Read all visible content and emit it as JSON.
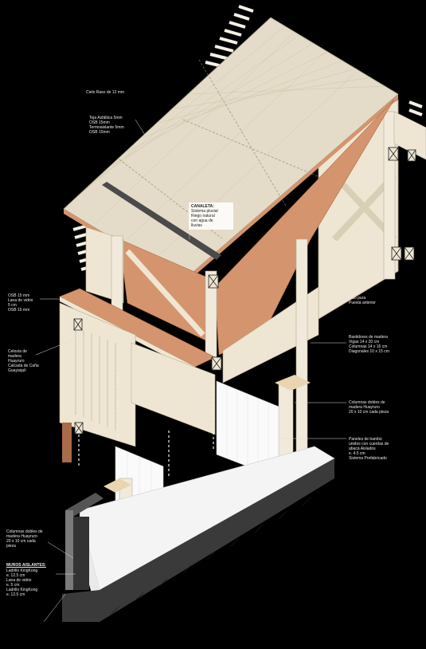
{
  "labels": {
    "cielo_raso": "Cielo Raso de 12 mm",
    "cubierta": "Teja Asfáltica 5mm\nOSB 15mm\nTermoaislante 5mm\nOSB 15mm",
    "canaleta_title": "CANALETA:",
    "canaleta_desc": "Sistema pluvial\nRiego natural\ncon agua de\nlluvias",
    "entrepiso": "OSB 15 mm\nLana de vidrio\n5 cm\nOSB 15 mm",
    "celosia": "Celosía de\nmadera\nHuayruro\nCalcada de Caña\nGuayaquil",
    "piso": "Piso pura\nPuesta anterior",
    "bastidores": "Bastidores de madera\nVigas 14 x 20 cm\nColumnas 14 x 16 cm\nDiagonales 10 x 15 cm",
    "columnas_dobles_der": "Columnas dobles de\nmadera Huayruro\n20 x 10 cm cada pieza",
    "paneles": "Paneles de bambú\nunidos con cuerdas de\nabacá Aislados\ne. 4.5 cm\nSistema Prefabricado",
    "columnas_dobles_izq": "Columnas dobles de\nmadera Huayruro\n20 x 10 cm cada\npieza",
    "muros_title": "MUROS AISLANTES:",
    "muros_desc": "Ladrillo KingKong\ne. 12.5 cm\nLana de vidrio\ne. 5 cm\nLadrillo KingKong\ne. 12.5 cm"
  },
  "colors": {
    "background": "#000000",
    "roof_shingle": "#e4dcc8",
    "osb_panel": "#d4956e",
    "timber": "#eee6d2",
    "foundation": "#f4f4f4",
    "gutter": "#4a4a4a"
  }
}
